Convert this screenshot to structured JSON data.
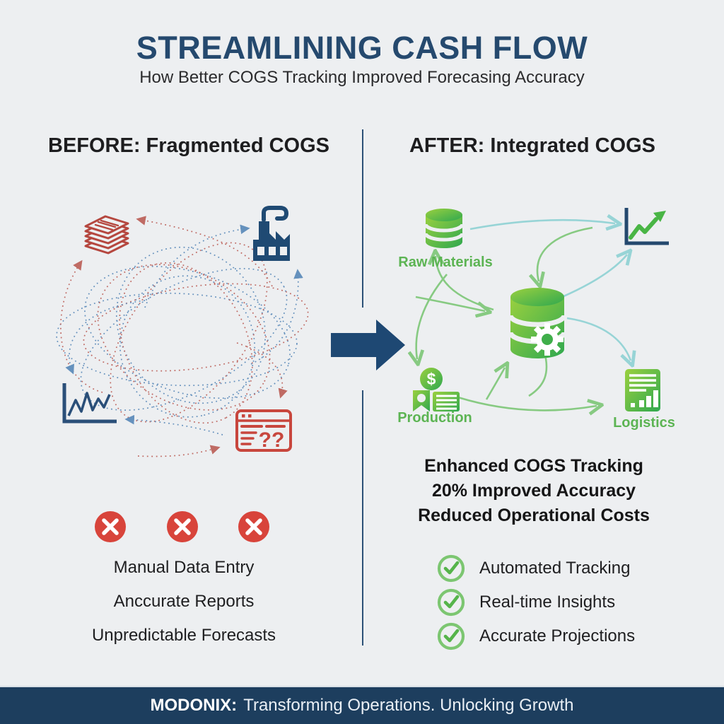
{
  "header": {
    "title": "STREAMLINING CASH FLOW",
    "subtitle": "How Better COGS Tracking Improved Forecasing Accuracy"
  },
  "before": {
    "heading": "BEFORE: Fragmented COGS",
    "error_report_label": "??",
    "issues": [
      "Manual Data Entry",
      "Anccurate Reports",
      "Unpredictable Forecasts"
    ]
  },
  "after": {
    "heading": "AFTER: Integrated COGS",
    "node_labels": {
      "raw_materials": "Raw Materials",
      "production": "Production",
      "logistics": "Logistics"
    },
    "production_coin_symbol": "$",
    "benefits": [
      "Enhanced COGS Tracking",
      "20% Improved Accuracy",
      "Reduced Operational Costs"
    ],
    "checklist": [
      "Automated Tracking",
      "Real-time Insights",
      "Accurate Projections"
    ]
  },
  "footer": {
    "brand": "MODONIX:",
    "tagline": "Transforming Operations. Unlocking Growth"
  },
  "colors": {
    "navy": "#1f4971",
    "title_navy": "#25496e",
    "red": "#c8463d",
    "x_circle_red": "#d8443b",
    "green": "#3fae4a",
    "light_green": "#9ad03f",
    "label_green": "#5cb453",
    "teal_arrow": "#8ed2d4",
    "green_arrow": "#7cc776",
    "background": "#edeff1",
    "footer_bg": "#1d3e5e"
  }
}
